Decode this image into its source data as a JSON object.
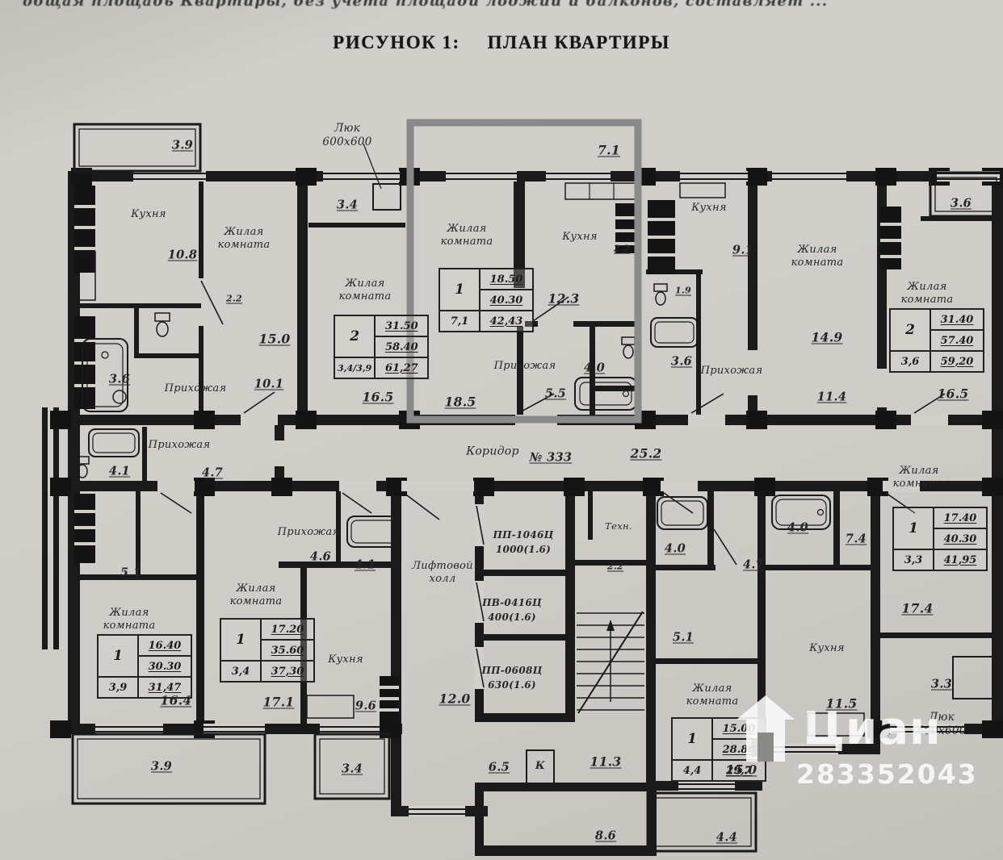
{
  "document": {
    "top_line": "общая площадь Квартиры, без учета площади лоджии и балконов, составляет  ...",
    "figure_label": "РИСУНОК 1:",
    "figure_title": "ПЛАН КВАРТИРЫ"
  },
  "watermark": {
    "brand": "Циан",
    "id": "283352043"
  },
  "corridor": {
    "name": "Коридор",
    "number": "№ 333",
    "area": "25.2"
  },
  "lift_hall": {
    "name": "Лифтовой\nхолл",
    "area": "12.0"
  },
  "tech_room": {
    "name": "Техн.",
    "area": "2.2"
  },
  "elevators": [
    "ПП-1046Ц\n1000(1.6)",
    "ПВ-0416Ц\n400(1.6)",
    "ПП-0608Ц\n630(1.6)"
  ],
  "hatch": {
    "top": "Люк\n600х600",
    "bottom": "Люк\n600х600"
  },
  "misc": {
    "k_label": "К"
  },
  "room_labels": [
    "Кухня",
    "Жилая\nкомната",
    "Жилая\nкомната",
    "Жилая\nкомната",
    "Кухня",
    "Прихожая",
    "Кухня",
    "Прихожая",
    "Жилая\nкомната",
    "Жилая\nкомната",
    "Прихожая",
    "Прихожая",
    "Жилая\nкомната",
    "Жилая\nкомната",
    "Прихожая",
    "Кухня",
    "Жилая\nкомната",
    "Кухня",
    "Жилая\nкомната"
  ],
  "area_labels": [
    "3.9",
    "10.8",
    "2.2",
    "15.0",
    "3.6",
    "10.1",
    "16.5",
    "3.4",
    "7.1",
    "18.5",
    "12.3",
    "5.5",
    "4.0",
    "2.2",
    "9.1",
    "1.9",
    "3.6",
    "14.9",
    "11.4",
    "16.5",
    "3.6",
    "4.7",
    "4.1",
    "5.1",
    "16.4",
    "3.9",
    "17.1",
    "4.6",
    "4.1",
    "9.6",
    "3.4",
    "6.5",
    "11.3",
    "8.6",
    "4.4",
    "4.0",
    "4.7",
    "5.1",
    "15.0",
    "11.5",
    "4.0",
    "7.4",
    "17.4",
    "3.3"
  ],
  "apartment_tables": [
    {
      "rooms": "2",
      "living": "31.50",
      "total": "58.40",
      "loggia": "3,4/3,9",
      "grand_total": "61,27"
    },
    {
      "rooms": "1",
      "living": "18.50",
      "total": "40.30",
      "loggia": "7,1",
      "grand_total": "42,43"
    },
    {
      "rooms": "2",
      "living": "31.40",
      "total": "57.40",
      "loggia": "3,6",
      "grand_total": "59,20"
    },
    {
      "rooms": "1",
      "living": "16.40",
      "total": "30.30",
      "loggia": "3,9",
      "grand_total": "31,47"
    },
    {
      "rooms": "1",
      "living": "17.20",
      "total": "35.60",
      "loggia": "3,4",
      "grand_total": "37,30"
    },
    {
      "rooms": "1",
      "living": "15.00",
      "total": "28.80",
      "loggia": "4,4",
      "grand_total": "29,7"
    },
    {
      "rooms": "1",
      "living": "17.40",
      "total": "40.30",
      "loggia": "3,3",
      "grand_total": "41,95"
    }
  ]
}
